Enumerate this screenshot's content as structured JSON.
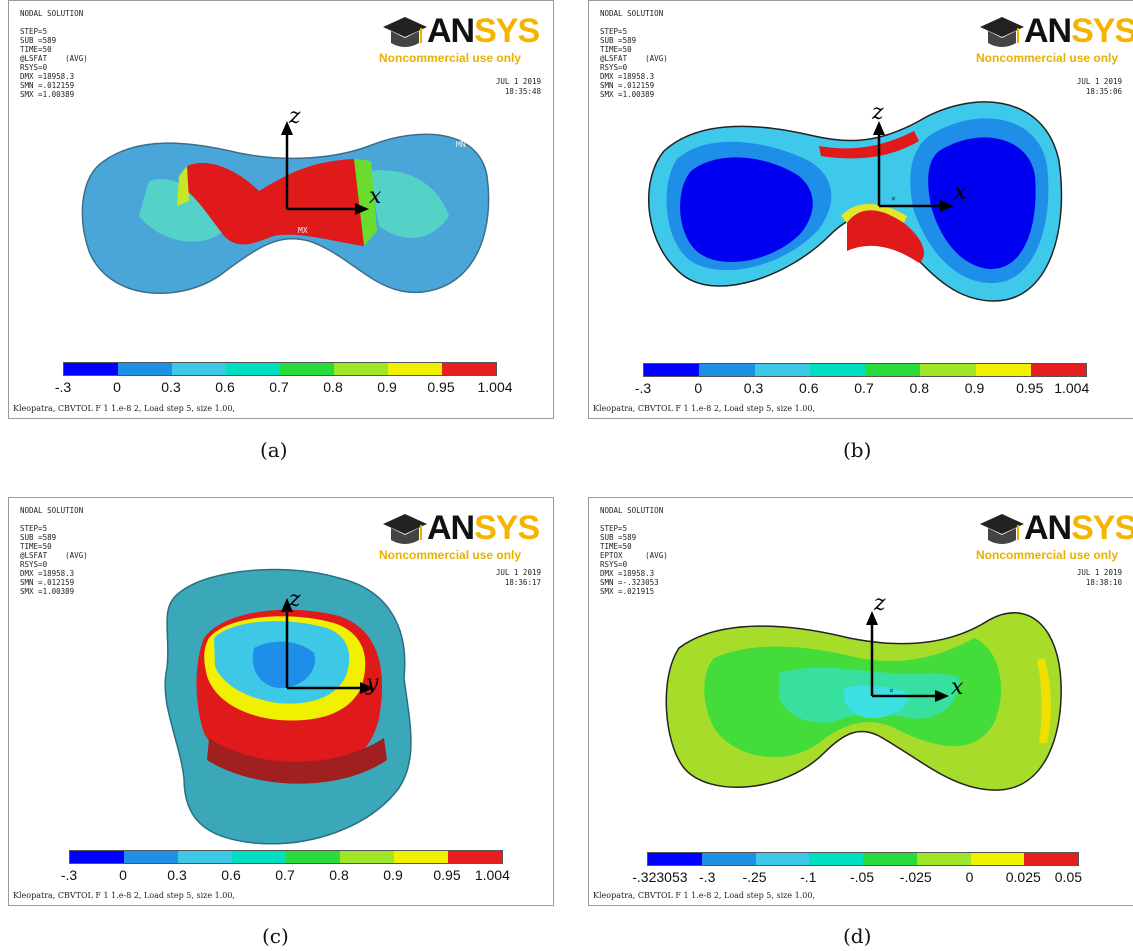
{
  "legend_colors": [
    "#0000ff",
    "#1e90e6",
    "#3cc8e6",
    "#00e0c0",
    "#28dc3c",
    "#a0e628",
    "#f0f000",
    "#e61e1e"
  ],
  "panels": [
    {
      "id": "a",
      "header": "NODAL SOLUTION",
      "stats": [
        "STEP=5",
        "SUB =589",
        "TIME=50",
        "@LSFAT    (AVG)",
        "RSYS=0",
        "DMX =18958.3",
        "SMN =.012159",
        "SMX =1.00389"
      ],
      "date": "JUL  1 2019",
      "time": "18:35:48",
      "logo_text": "ANSYS",
      "logo_caption": "Noncommercial use only",
      "legend_ticks": [
        "-.3",
        "0",
        "0.3",
        "0.6",
        "0.7",
        "0.8",
        "0.9",
        "0.95",
        "1.004"
      ],
      "footer": "Kleopatra, CBVTOL F 1 1.e-8 2, Load step 5, size 1.00,",
      "caption": "(a)",
      "markers": [
        "MX",
        "MN"
      ]
    },
    {
      "id": "b",
      "header": "NODAL SOLUTION",
      "stats": [
        "STEP=5",
        "SUB =589",
        "TIME=50",
        "@LSFAT    (AVG)",
        "RSYS=0",
        "DMX =18958.3",
        "SMN =.012159",
        "SMX =1.00389"
      ],
      "date": "JUL  1 2019",
      "time": "18:35:06",
      "logo_text": "ANSYS",
      "logo_caption": "Noncommercial use only",
      "legend_ticks": [
        "-.3",
        "0",
        "0.3",
        "0.6",
        "0.7",
        "0.8",
        "0.9",
        "0.95",
        "1.004"
      ],
      "footer": "Kleopatra, CBVTOL F 1 1.e-8 2, Load step 5, size 1.00,",
      "caption": "(b)"
    },
    {
      "id": "c",
      "header": "NODAL SOLUTION",
      "stats": [
        "STEP=5",
        "SUB =589",
        "TIME=50",
        "@LSFAT    (AVG)",
        "RSYS=0",
        "DMX =18958.3",
        "SMN =.012159",
        "SMX =1.00389"
      ],
      "date": "JUL  1 2019",
      "time": "18:36:17",
      "logo_text": "ANSYS",
      "logo_caption": "Noncommercial use only",
      "legend_ticks": [
        "-.3",
        "0",
        "0.3",
        "0.6",
        "0.7",
        "0.8",
        "0.9",
        "0.95",
        "1.004"
      ],
      "footer": "Kleopatra, CBVTOL F 1 1.e-8 2, Load step 5, size 1.00,",
      "caption": "(c)"
    },
    {
      "id": "d",
      "header": "NODAL SOLUTION",
      "stats": [
        "STEP=5",
        "SUB =589",
        "TIME=50",
        "EPTOX     (AVG)",
        "RSYS=0",
        "DMX =18958.3",
        "SMN =-.323053",
        "SMX =.021915"
      ],
      "date": "JUL  1 2019",
      "time": "18:38:10",
      "logo_text": "ANSYS",
      "logo_caption": "Noncommercial use only",
      "legend_ticks": [
        "-.323053",
        "-.3",
        "-.25",
        "-.1",
        "-.05",
        "-.025",
        "0",
        "0.025",
        "0.05"
      ],
      "footer": "Kleopatra, CBVTOL F 1 1.e-8 2, Load step 5, size 1.00,",
      "caption": "(d)"
    }
  ],
  "axes": {
    "z": "z",
    "x": "x",
    "y": "y"
  }
}
